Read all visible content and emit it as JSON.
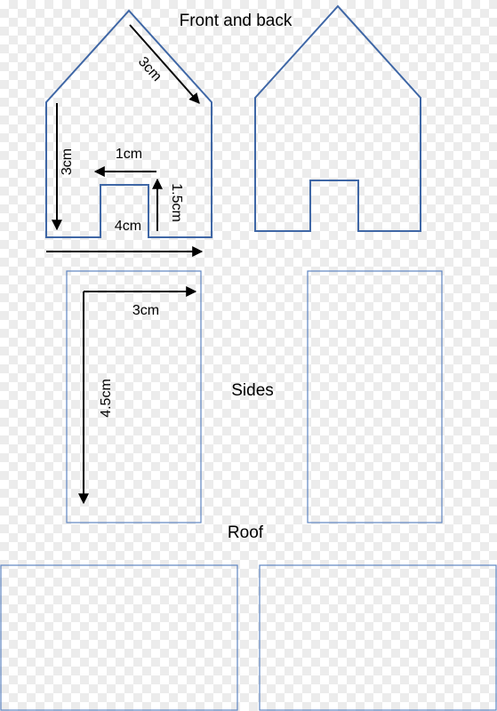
{
  "titles": {
    "front_back": "Front and back",
    "sides": "Sides",
    "roof": "Roof"
  },
  "dimensions": {
    "front_roof_slope": "3cm",
    "front_wall_height": "3cm",
    "door_width": "1cm",
    "door_height": "1.5cm",
    "base_width": "4cm",
    "side_width": "3cm",
    "side_height": "4.5cm"
  },
  "colors": {
    "outline_dark": "#3f67a6",
    "outline_light": "#5f86c2",
    "arrow": "#000000"
  }
}
